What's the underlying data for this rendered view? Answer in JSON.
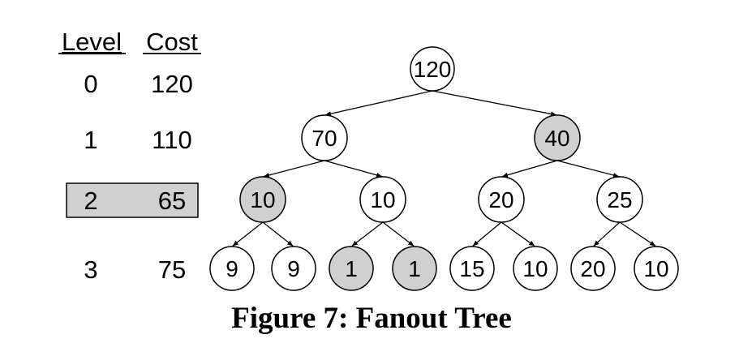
{
  "table": {
    "headers": {
      "level": "Level",
      "cost": "Cost"
    },
    "rows": [
      {
        "level": "0",
        "cost": "120",
        "highlighted": false
      },
      {
        "level": "1",
        "cost": "110",
        "highlighted": false
      },
      {
        "level": "2",
        "cost": "65",
        "highlighted": true
      },
      {
        "level": "3",
        "cost": "75",
        "highlighted": false
      }
    ]
  },
  "tree": {
    "nodes": [
      {
        "id": "n0",
        "label": "120",
        "level": 0,
        "highlighted": false
      },
      {
        "id": "n1",
        "label": "70",
        "level": 1,
        "highlighted": false,
        "parent": "n0"
      },
      {
        "id": "n2",
        "label": "40",
        "level": 1,
        "highlighted": true,
        "parent": "n0"
      },
      {
        "id": "n3",
        "label": "10",
        "level": 2,
        "highlighted": true,
        "parent": "n1"
      },
      {
        "id": "n4",
        "label": "10",
        "level": 2,
        "highlighted": false,
        "parent": "n1"
      },
      {
        "id": "n5",
        "label": "20",
        "level": 2,
        "highlighted": false,
        "parent": "n2"
      },
      {
        "id": "n6",
        "label": "25",
        "level": 2,
        "highlighted": false,
        "parent": "n2"
      },
      {
        "id": "n7",
        "label": "9",
        "level": 3,
        "highlighted": false,
        "parent": "n3"
      },
      {
        "id": "n8",
        "label": "9",
        "level": 3,
        "highlighted": false,
        "parent": "n3"
      },
      {
        "id": "n9",
        "label": "1",
        "level": 3,
        "highlighted": true,
        "parent": "n4"
      },
      {
        "id": "n10",
        "label": "1",
        "level": 3,
        "highlighted": true,
        "parent": "n4"
      },
      {
        "id": "n11",
        "label": "15",
        "level": 3,
        "highlighted": false,
        "parent": "n5"
      },
      {
        "id": "n12",
        "label": "10",
        "level": 3,
        "highlighted": false,
        "parent": "n5"
      },
      {
        "id": "n13",
        "label": "20",
        "level": 3,
        "highlighted": false,
        "parent": "n6"
      },
      {
        "id": "n14",
        "label": "10",
        "level": 3,
        "highlighted": false,
        "parent": "n6"
      }
    ]
  },
  "caption": "Figure 7: Fanout Tree",
  "colors": {
    "highlight_fill": "#d0d0d0",
    "stroke": "#000000",
    "node_fill": "#ffffff"
  }
}
